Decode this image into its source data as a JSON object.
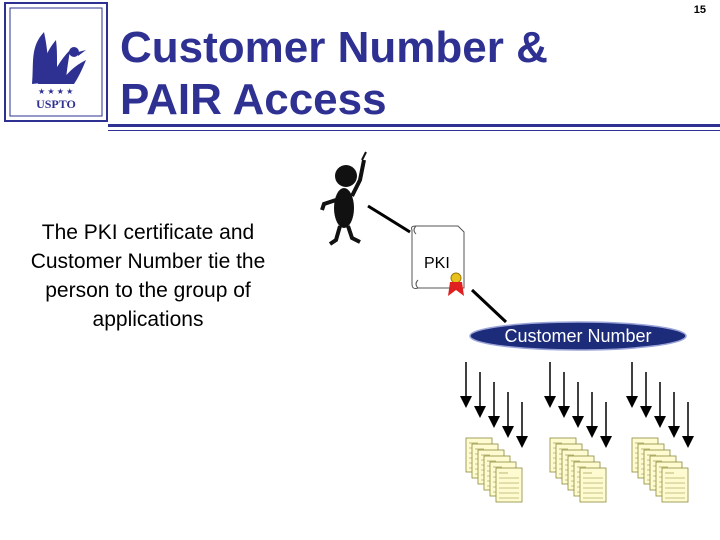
{
  "slide": {
    "number": "15",
    "title_line1": "Customer Number &",
    "title_line2": "PAIR Access",
    "body_text": "The PKI certificate and Customer Number tie the person to the group of applications",
    "logo_text": "USPTO"
  },
  "diagram": {
    "pki_label": "PKI",
    "customer_number_label": "Customer Number"
  },
  "colors": {
    "accent": "#2e3192",
    "pill": "#1c2b7a",
    "document": "#fffbd0",
    "document_border": "#8a8a3a"
  }
}
